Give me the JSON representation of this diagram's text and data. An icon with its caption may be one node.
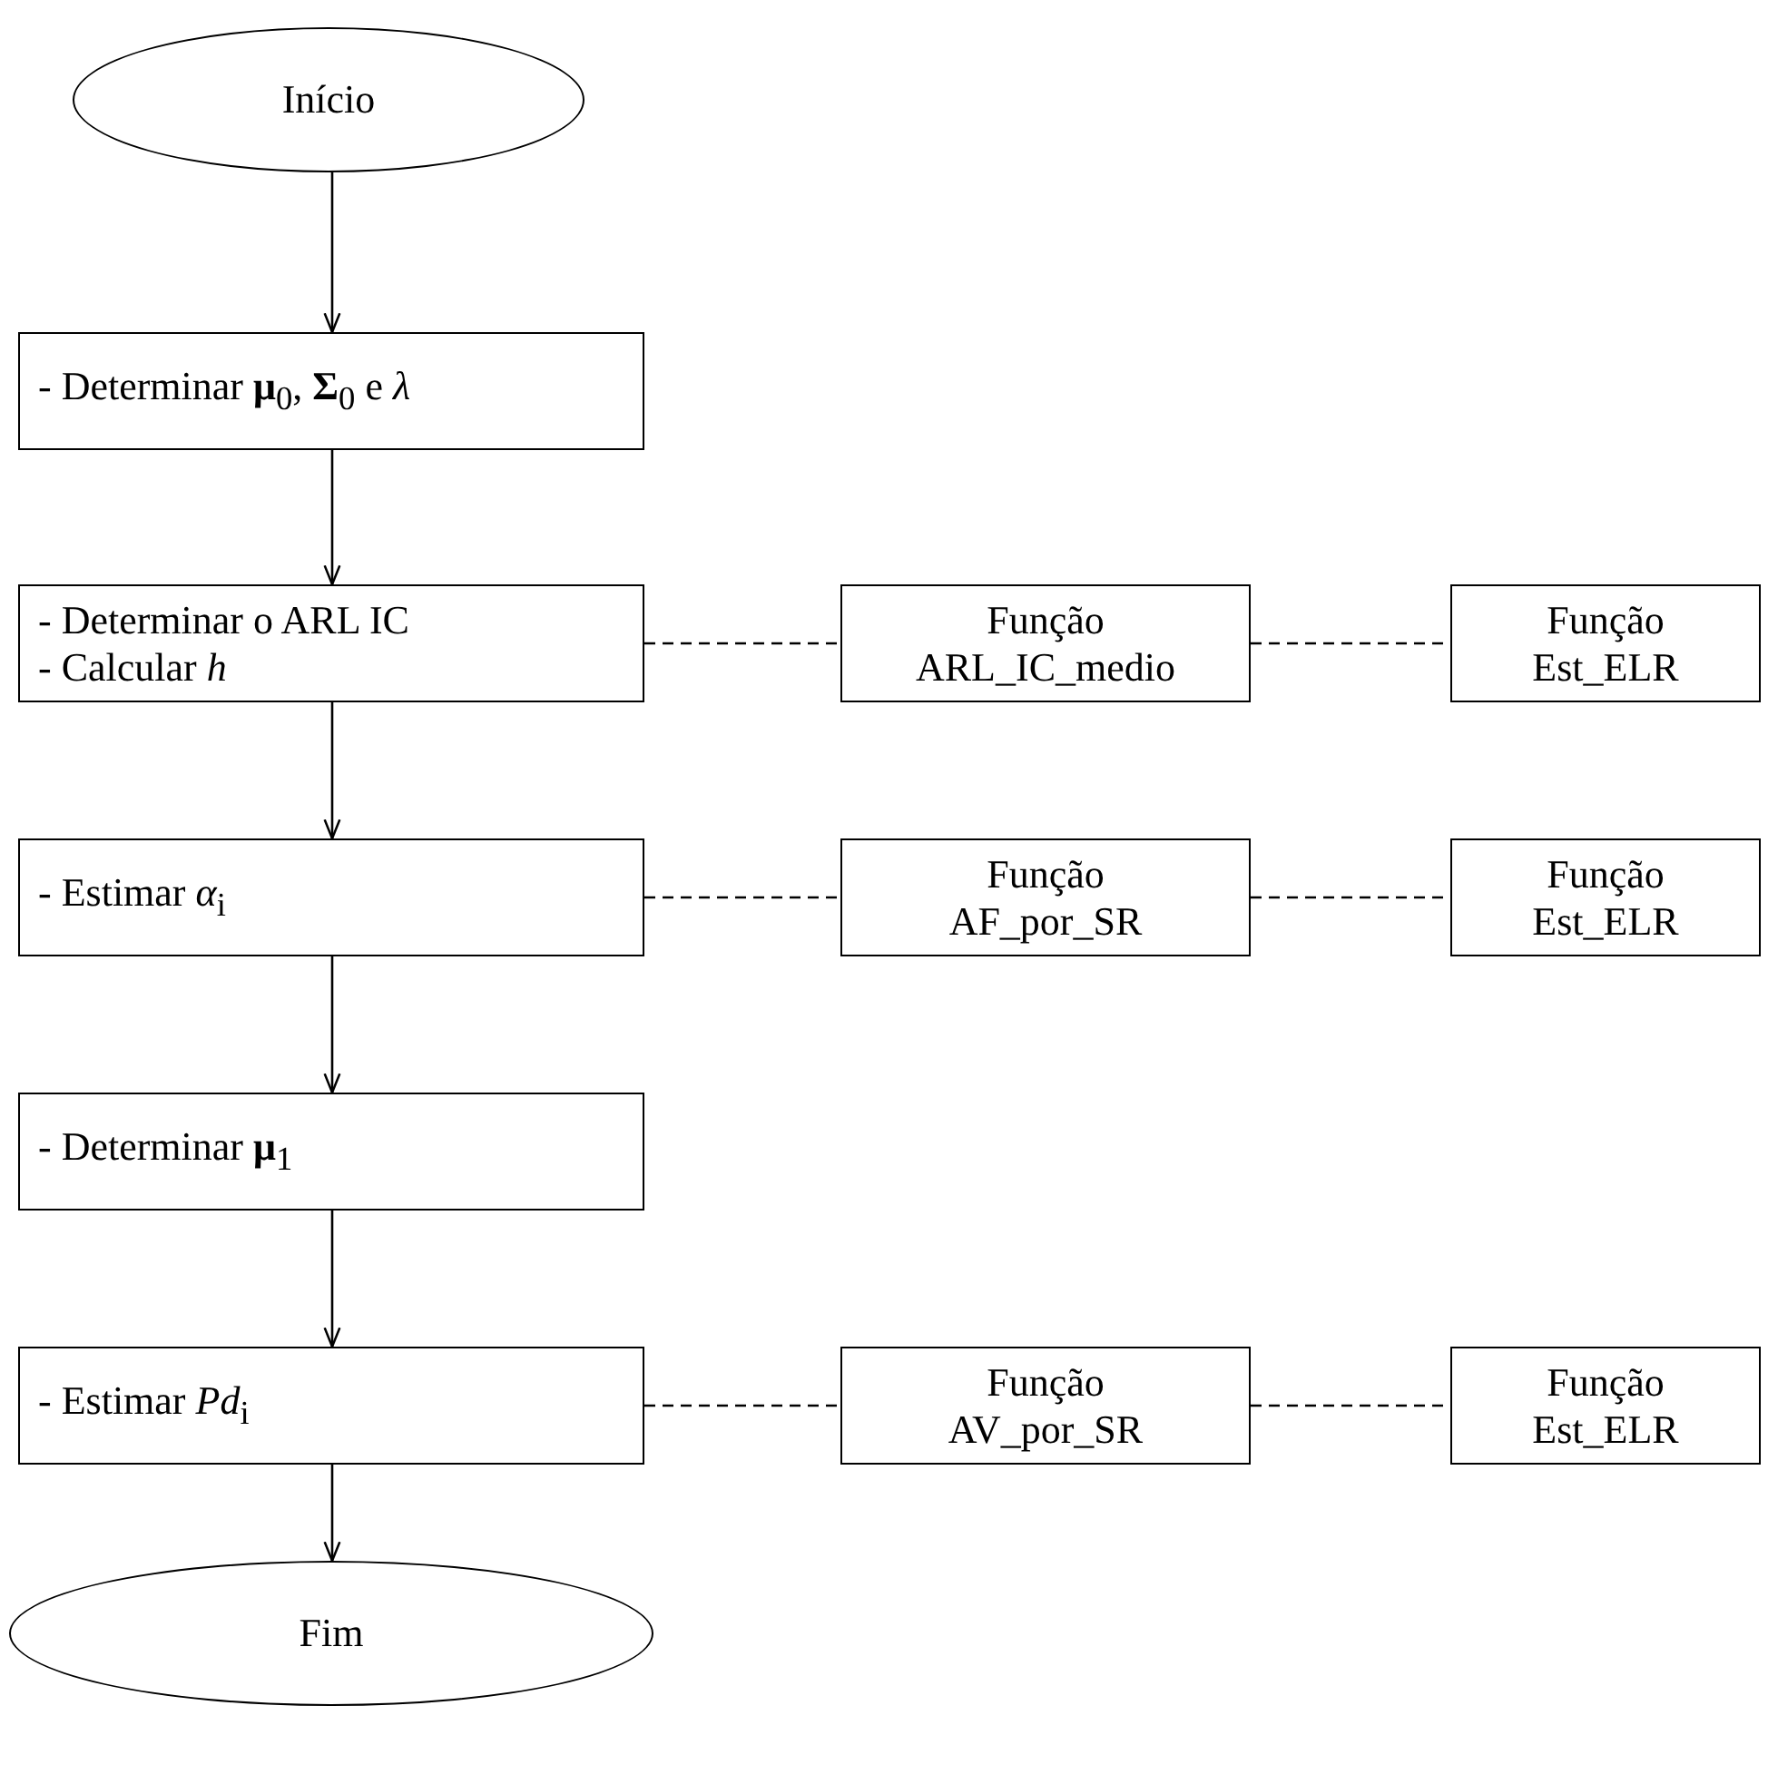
{
  "diagram": {
    "nodes": [
      {
        "text": [
          "Início"
        ]
      },
      {
        "text": [
          "- Determinar **μ**$_{0}$, **Σ**$_{0}$ e *λ*"
        ]
      },
      {
        "text": [
          "- Determinar o ARL IC",
          "- Calcular *h*"
        ]
      },
      {
        "text": [
          "Função",
          "ARL_IC_medio"
        ]
      },
      {
        "text": [
          "Função",
          "Est_ELR"
        ]
      },
      {
        "text": [
          "- Estimar *α*$_{i}$"
        ]
      },
      {
        "text": [
          "Função",
          "AF_por_SR"
        ]
      },
      {
        "text": [
          "Função",
          "Est_ELR"
        ]
      },
      {
        "text": [
          "- Determinar **μ**$_{1}$"
        ]
      },
      {
        "text": [
          "- Estimar *Pd*$_{i}$"
        ]
      },
      {
        "text": [
          "Função",
          "AV_por_SR"
        ]
      },
      {
        "text": [
          "Função",
          "Est_ELR"
        ]
      },
      {
        "text": [
          "Fim"
        ]
      }
    ],
    "edges": [
      {
        "from": 0,
        "to": 1,
        "arrow": "to"
      },
      {
        "from": 1,
        "to": 2,
        "arrow": "to"
      },
      {
        "from": 2,
        "to": 5,
        "arrow": "to"
      },
      {
        "from": 5,
        "to": 8,
        "arrow": "to"
      },
      {
        "from": 8,
        "to": 9,
        "arrow": "to"
      },
      {
        "from": 9,
        "to": 12,
        "arrow": "to"
      },
      {
        "from": 2,
        "to": 3,
        "arrow": "none",
        "style": "dashed"
      },
      {
        "from": 3,
        "to": 4,
        "arrow": "none",
        "style": "dashed"
      },
      {
        "from": 5,
        "to": 6,
        "arrow": "none",
        "style": "dashed"
      },
      {
        "from": 6,
        "to": 7,
        "arrow": "none",
        "style": "dashed"
      },
      {
        "from": 9,
        "to": 10,
        "arrow": "none",
        "style": "dashed"
      },
      {
        "from": 10,
        "to": 11,
        "arrow": "none",
        "style": "dashed"
      }
    ]
  }
}
